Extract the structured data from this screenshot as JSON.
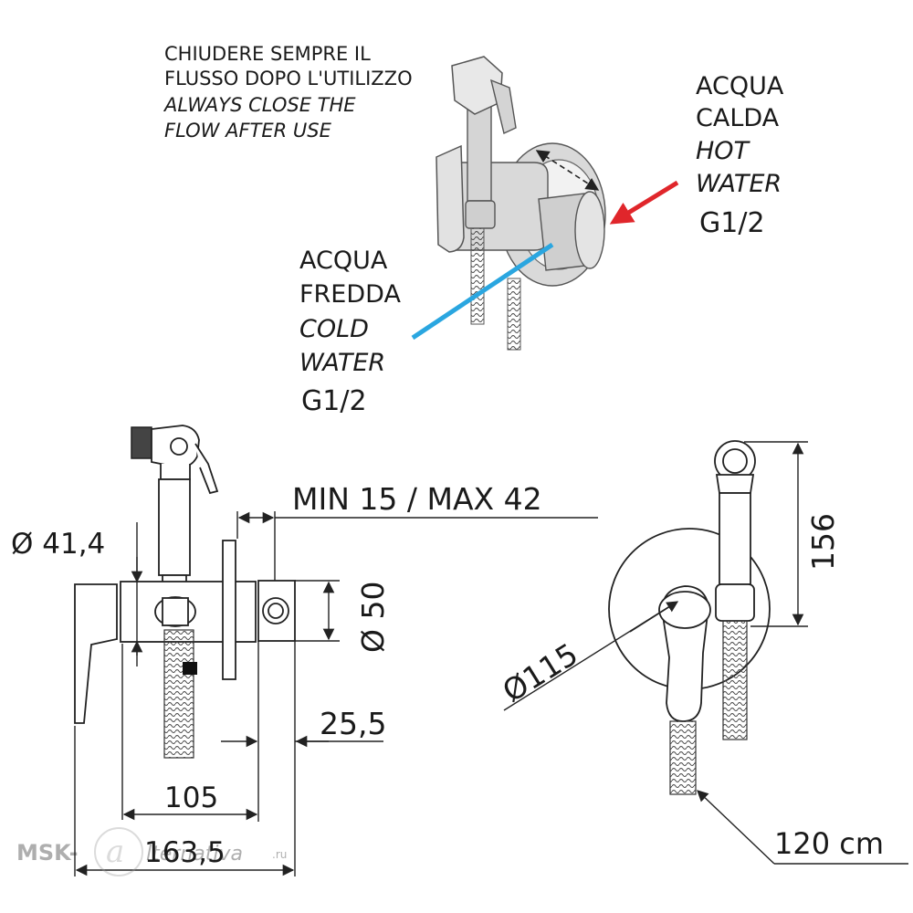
{
  "notice": {
    "it_line1": "CHIUDERE SEMPRE IL",
    "it_line2": "FLUSSO DOPO L'UTILIZZO",
    "en_line1": "ALWAYS CLOSE THE",
    "en_line2": "FLOW AFTER  USE"
  },
  "hot_water": {
    "it_line1": "ACQUA",
    "it_line2": "CALDA",
    "en_line1": "HOT",
    "en_line2": "WATER",
    "thread": "G1/2",
    "arrow_color": "#e0262b"
  },
  "cold_water": {
    "it_line1": "ACQUA",
    "it_line2": "FREDDA",
    "en_line1": "COLD",
    "en_line2": "WATER",
    "thread": "G1/2",
    "arrow_color": "#2aa6e0"
  },
  "side_view": {
    "dim_wall_range": "MIN 15 / MAX 42",
    "dim_body_diameter": "Ø 41,4",
    "dim_inlet_diameter": "Ø 50",
    "dim_inlet_depth": "25,5",
    "dim_body_length": "105",
    "dim_total_length": "163,5"
  },
  "front_view": {
    "dim_plate_diameter": "Ø115",
    "dim_height": "156",
    "hose_length": "120 cm"
  },
  "watermark": {
    "prefix": "MSK-",
    "rest": "lternativa",
    "suffix": ".ru"
  }
}
